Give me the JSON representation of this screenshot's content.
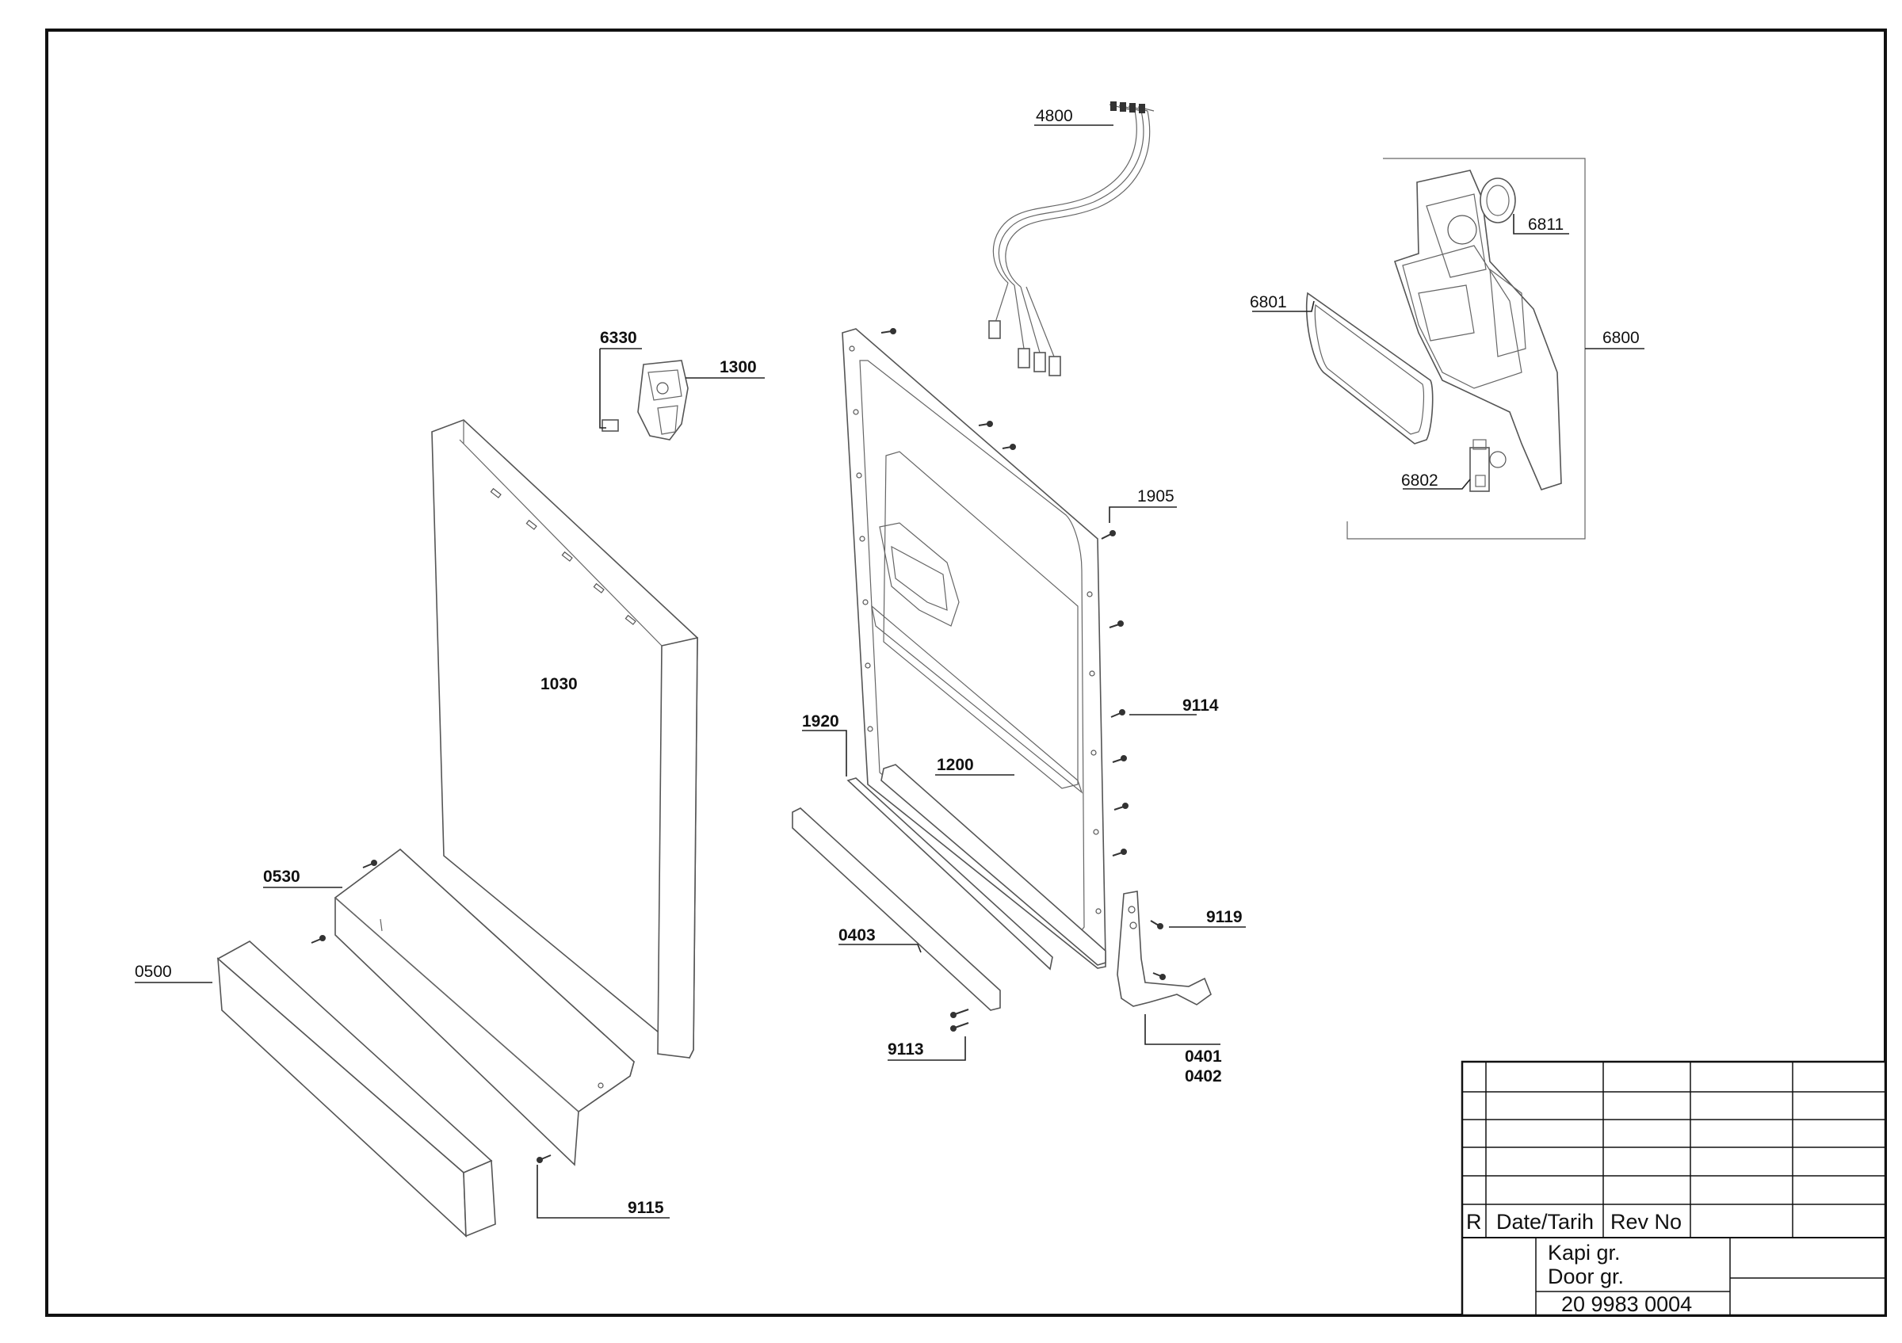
{
  "drawing": {
    "part_labels": {
      "p4800": "4800",
      "p6811": "6811",
      "p6801": "6801",
      "p6800": "6800",
      "p6802": "6802",
      "p6330": "6330",
      "p1300": "1300",
      "p1905": "1905",
      "p1030": "1030",
      "p9114": "9114",
      "p1920": "1920",
      "p1200": "1200",
      "p0530": "0530",
      "p9119": "9119",
      "p0403": "0403",
      "p0500": "0500",
      "p9113": "9113",
      "p0401": "0401",
      "p0402": "0402",
      "p9115": "9115"
    }
  },
  "title_block": {
    "rev_col_label": "R",
    "date_col_label": "Date/Tarih",
    "revno_col_label": "Rev No",
    "title_line1": "Kapi gr.",
    "title_line2": "Door gr.",
    "drawing_number": "20 9983 0004"
  }
}
